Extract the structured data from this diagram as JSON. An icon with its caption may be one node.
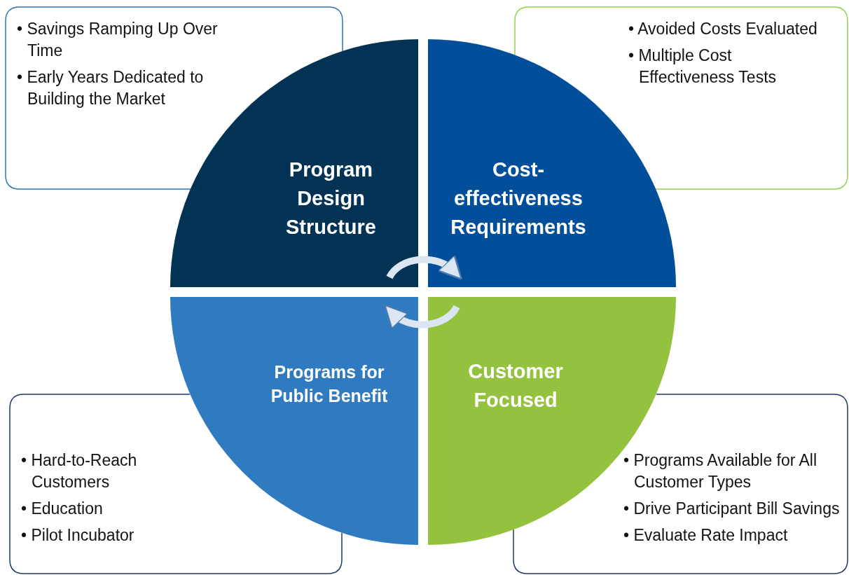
{
  "diagram": {
    "nodes": [
      {
        "text": [
          "• Savings Ramping Up Over Time",
          "• Early Years Dedicated to Building the Market"
        ]
      },
      {
        "text": [
          "• Avoided Costs Evaluated",
          "• Multiple Cost Effectiveness Tests"
        ]
      },
      {
        "text": [
          "Program Design Structure"
        ]
      },
      {
        "text": [
          "Cost-effectiveness Requirements"
        ]
      },
      {
        "text": [
          "Programs for Public Benefit"
        ]
      },
      {
        "text": [
          "Customer Focused"
        ]
      },
      {
        "text": [
          "• Hard-to-Reach Customers",
          "• Education",
          "• Pilot Incubator"
        ]
      },
      {
        "text": [
          "• Programs Available for All Customer Types",
          "• Drive Participant Bill Savings",
          "• Evaluate Rate Impact"
        ]
      }
    ],
    "edges": [
      {
        "from": 2,
        "to": 3,
        "arrow": "to"
      },
      {
        "from": 5,
        "to": 4,
        "arrow": "to"
      }
    ]
  }
}
